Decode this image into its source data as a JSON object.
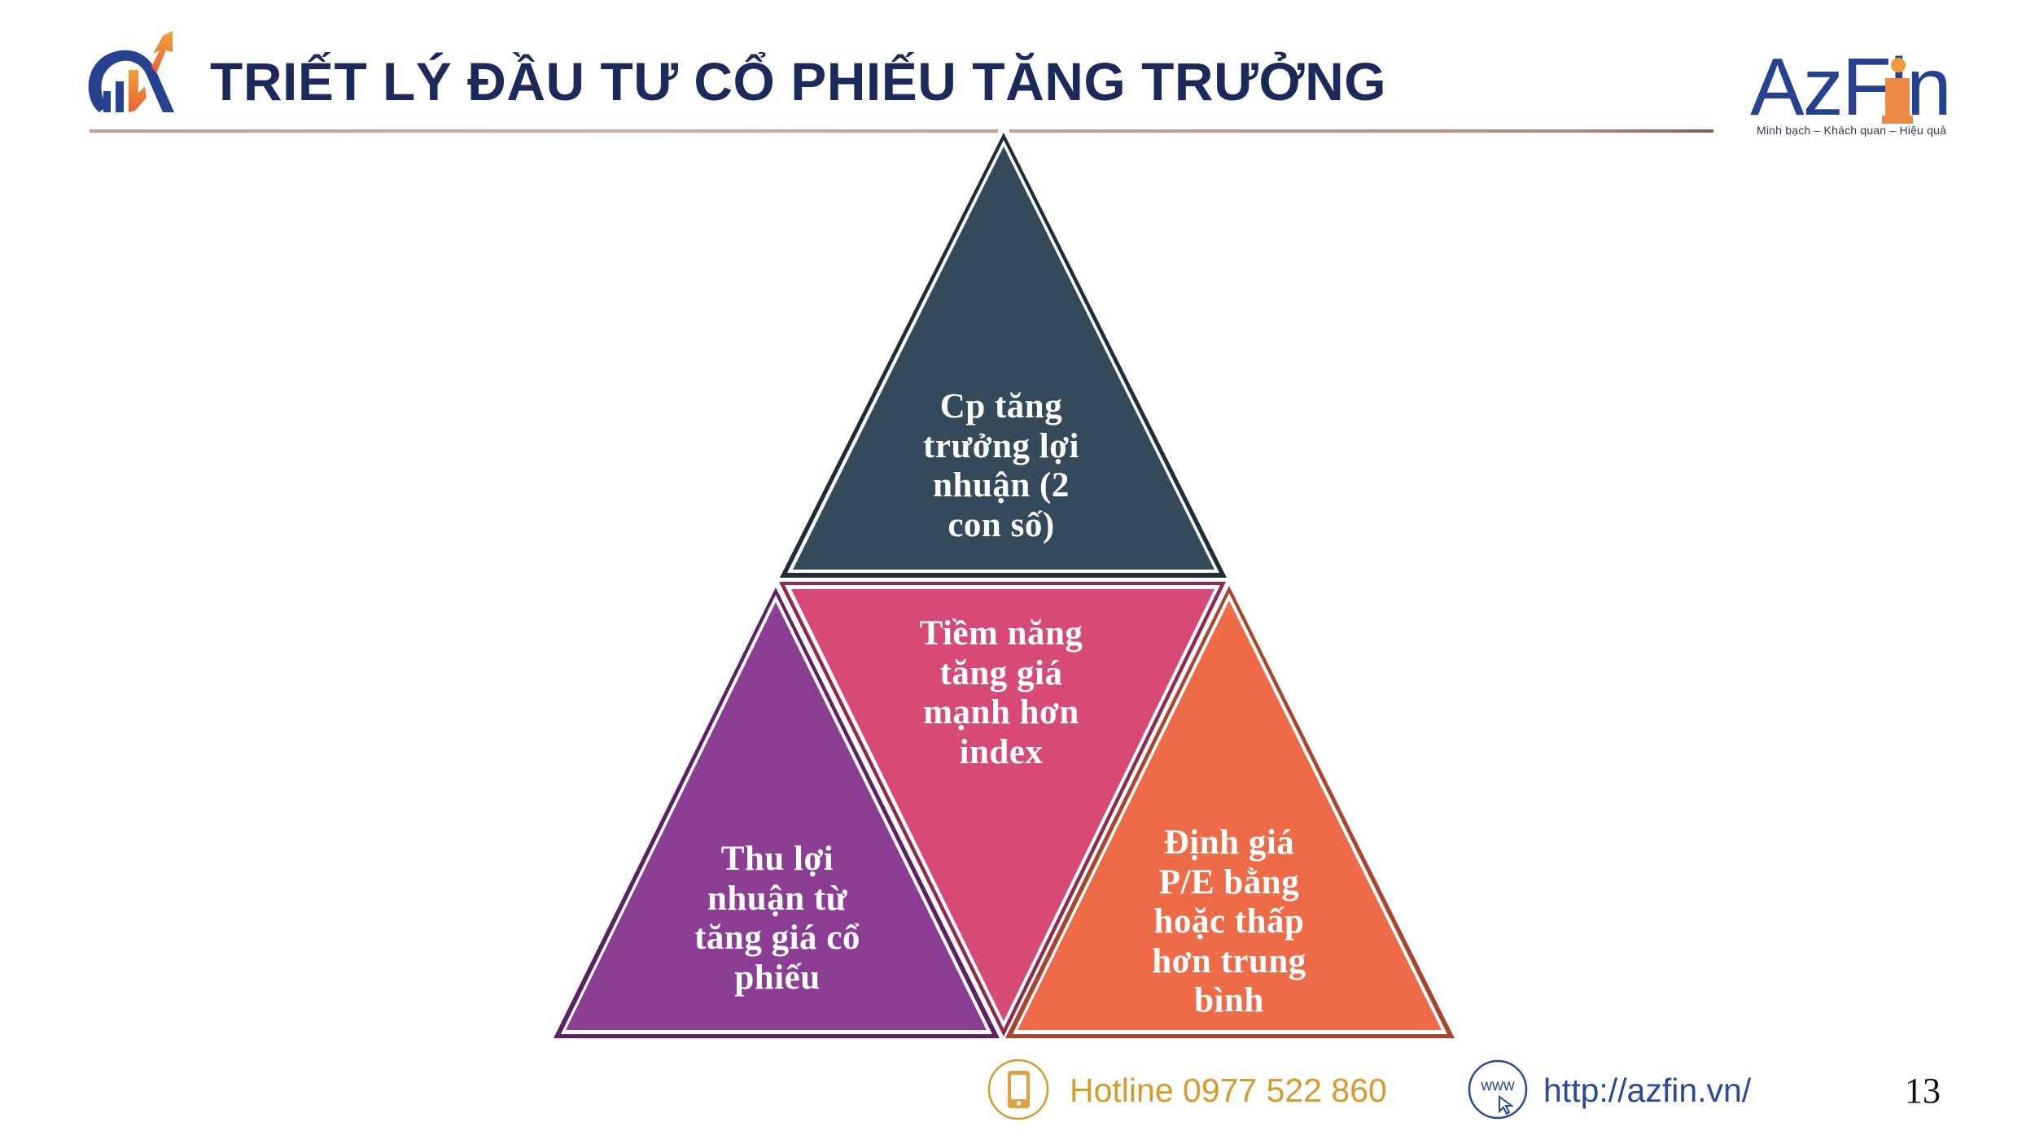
{
  "header": {
    "title": "TRIẾT LÝ ĐẦU TƯ CỔ PHIẾU TĂNG TRƯỞNG",
    "brand": {
      "name_part1": "AzF",
      "name_part2": "in",
      "tagline": "Minh bạch – Khách quan – Hiệu quả"
    }
  },
  "diagram": {
    "type": "triangle-pyramid",
    "segments": [
      {
        "id": "top",
        "text": "Cp tăng\ntrưởng lợi\nnhuận (2\ncon số)",
        "color": "#34495A"
      },
      {
        "id": "middle",
        "text": "Tiềm năng\ntăng giá\nmạnh hơn\nindex",
        "color": "#D64A75"
      },
      {
        "id": "left",
        "text": "Thu lợi\nnhuận từ\ntăng giá cổ\nphiếu",
        "color": "#8A3D93"
      },
      {
        "id": "right",
        "text": "Định giá\nP/E bằng\nhoặc thấp\nhơn trung\nbình",
        "color": "#EE6B48"
      }
    ]
  },
  "footer": {
    "hotline": "Hotline 0977 522 860",
    "website": "http://azfin.vn/",
    "www_label": "www",
    "page_number": "13"
  },
  "colors": {
    "title": "#1B2A5A",
    "brand_blue": "#26418F",
    "brand_orange": "#EB8A3C",
    "hotline": "#D69A2C",
    "website": "#2B4A96"
  }
}
